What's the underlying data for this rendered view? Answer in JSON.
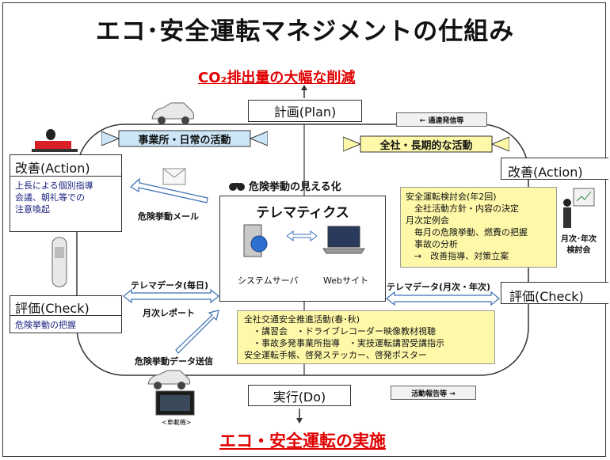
{
  "title": "エコ･安全運転マネジメントの仕組み",
  "goal": {
    "co2": "CO₂排出量の大幅な削減"
  },
  "bottom_goal": "エコ・安全運転の実施",
  "plan": "計画(Plan)",
  "do": "実行(Do)",
  "left_banner": "事業所・日常の活動",
  "right_banner": "全社・長期的な活動",
  "left_action": {
    "header": "改善(Action)",
    "lines": [
      "上長による個別指導",
      "会議、朝礼等での",
      "注意喚起"
    ]
  },
  "left_check": {
    "header": "評価(Check)",
    "line": "危険挙動の把握"
  },
  "right_action": {
    "header": "改善(Action)"
  },
  "right_check": {
    "header": "評価(Check)"
  },
  "center": {
    "visual": "危険挙動の見える化",
    "title": "テレマティクス",
    "server": "システムサーバ",
    "web": "Webサイト"
  },
  "labels": {
    "danger_mail": "危険挙動メール",
    "tele_daily": "テレマデータ(毎日)",
    "monthly_report": "月次レポート",
    "danger_send": "危険挙動データ送信",
    "tele_monthly": "テレマデータ(月次・年次)",
    "monthly_meeting": [
      "月次･年次",
      "検討会"
    ],
    "onboard": "<車載機>"
  },
  "scrolls": {
    "top": "← 通達発信等",
    "bottom": "活動報告等 →"
  },
  "right_yellow": [
    "安全運転検討会(年2回)",
    "　全社活動方針・内容の決定",
    "月次定例会",
    "　毎月の危険挙動、燃費の把握",
    "　事故の分析",
    "　→　改善指導、対策立案"
  ],
  "bottom_yellow": [
    "全社交通安全推進活動(春･秋)",
    "　・講習会　・ドライブレコーダー映像教材視聴",
    "　・事故多発事業所指導　・実技運転講習受講指示",
    "安全運転手帳、啓発ステッカー、啓発ポスター"
  ],
  "colors": {
    "accent_red": "#e00000",
    "yellow": "#fef9a8",
    "arrow_blue": "#3a6fb5"
  }
}
